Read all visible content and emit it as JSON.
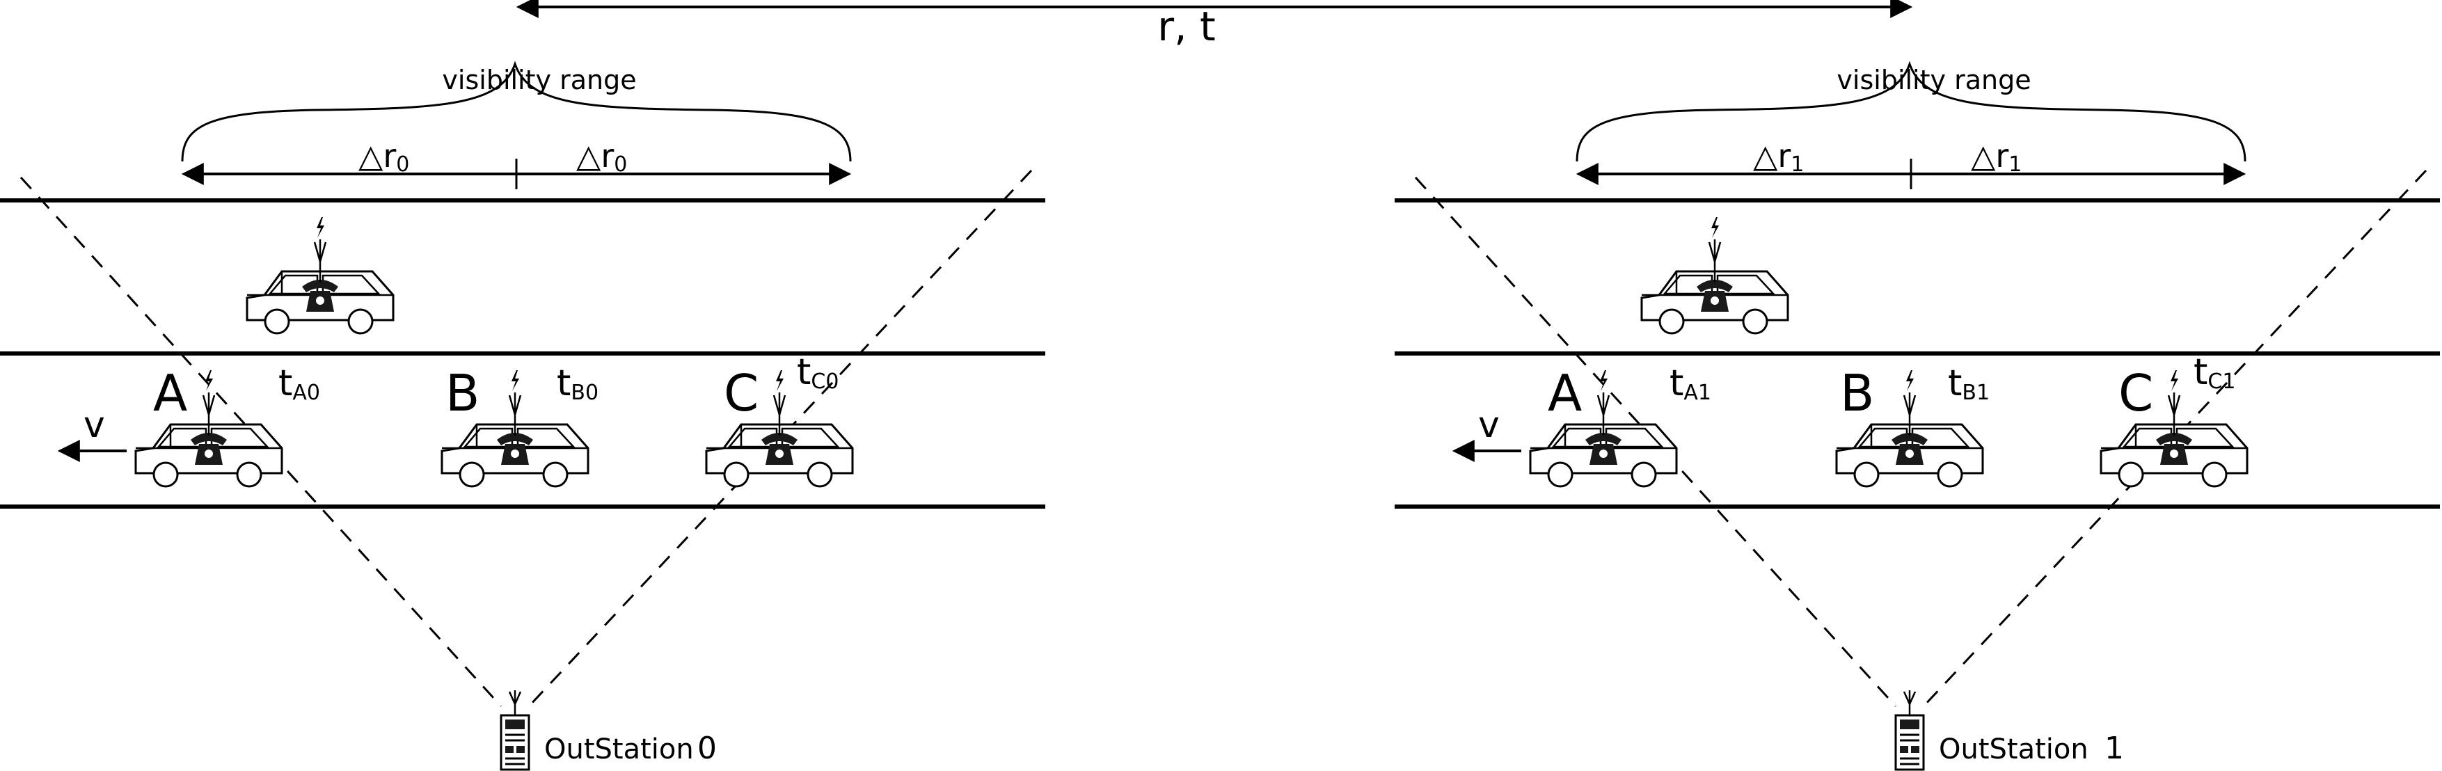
{
  "top_axis": {
    "label": "r, t"
  },
  "panels": [
    {
      "visibility_label": "visibility range",
      "delta_left": {
        "main": "△r",
        "sub": "0"
      },
      "delta_right": {
        "main": "△r",
        "sub": "0"
      },
      "velocity_label": "v",
      "cars": [
        {
          "letter": "A",
          "t_main": "t",
          "t_sub": "A0"
        },
        {
          "letter": "B",
          "t_main": "t",
          "t_sub": "B0"
        },
        {
          "letter": "C",
          "t_main": "t",
          "t_sub": "C0"
        }
      ],
      "station": {
        "label": "OutStation",
        "number": "0"
      }
    },
    {
      "visibility_label": "visibility range",
      "delta_left": {
        "main": "△r",
        "sub": "1"
      },
      "delta_right": {
        "main": "△r",
        "sub": "1"
      },
      "velocity_label": "v",
      "cars": [
        {
          "letter": "A",
          "t_main": "t",
          "t_sub": "A1"
        },
        {
          "letter": "B",
          "t_main": "t",
          "t_sub": "B1"
        },
        {
          "letter": "C",
          "t_main": "t",
          "t_sub": "C1"
        }
      ],
      "station": {
        "label": "OutStation",
        "number": "1"
      }
    }
  ],
  "colors": {
    "line": "#000000",
    "background": "#ffffff",
    "phone": "#1a1a1a"
  }
}
